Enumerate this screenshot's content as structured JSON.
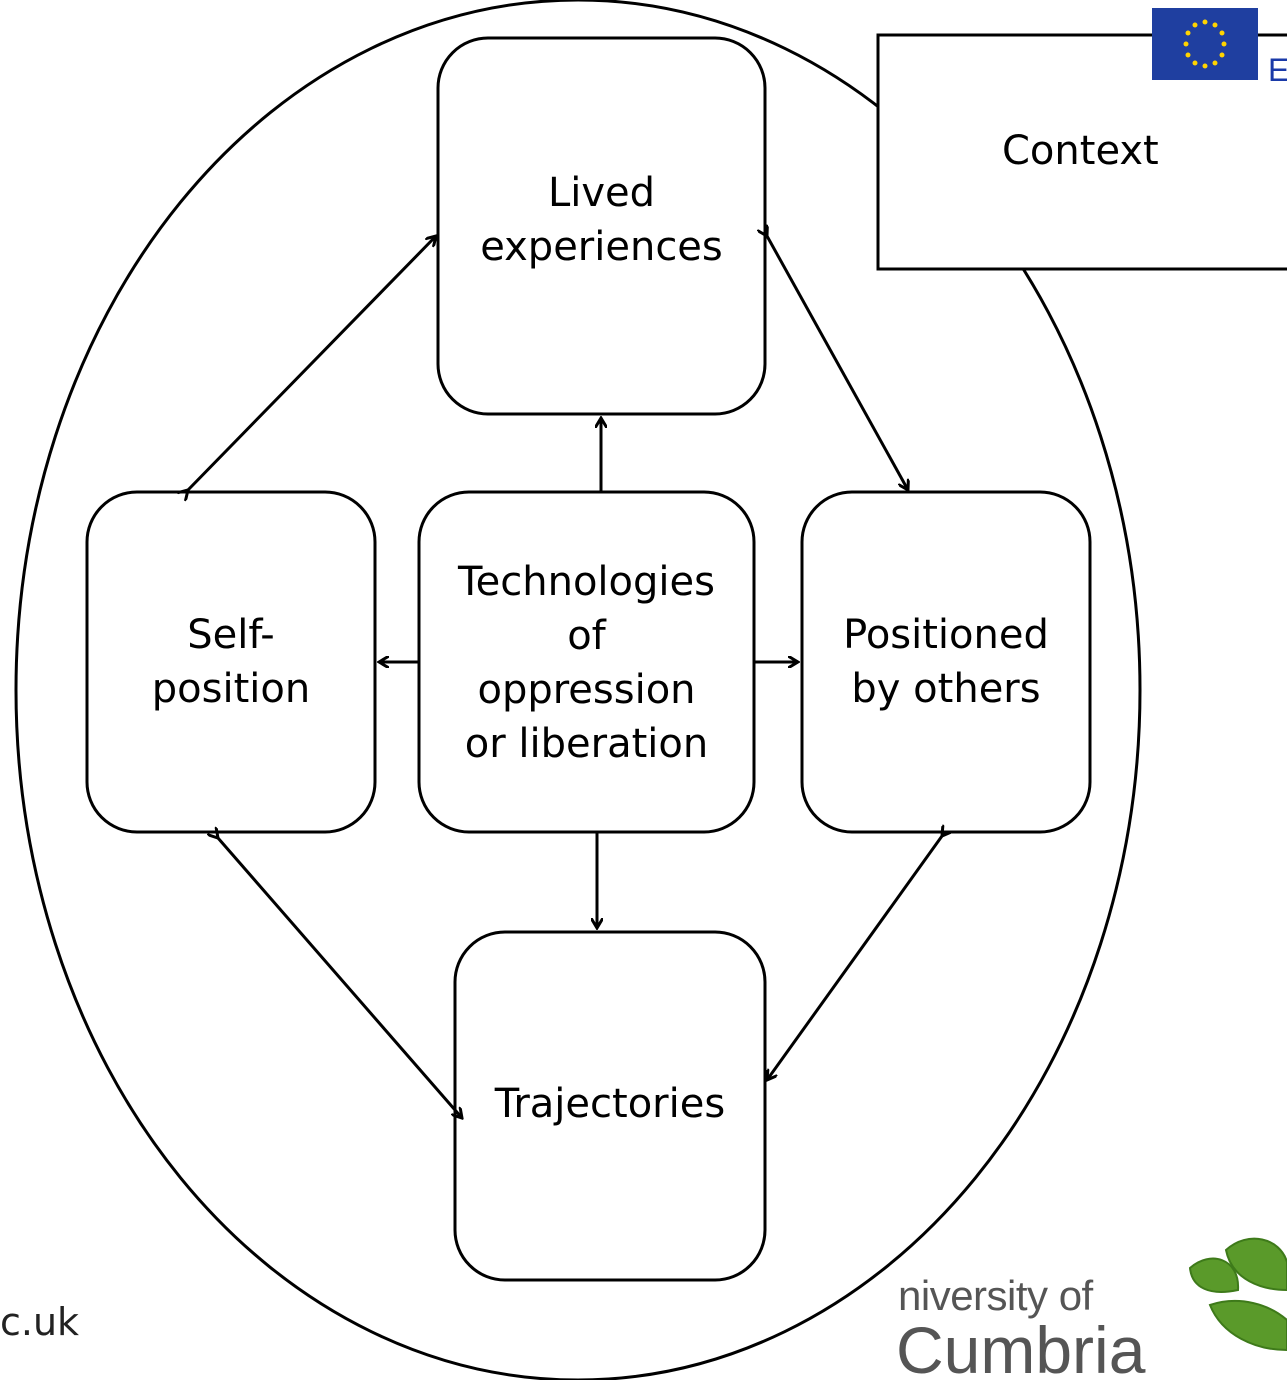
{
  "nodes": {
    "lived": "Lived\nexperiences",
    "technologies": "Technologies\nof\noppression\nor liberation",
    "self": "Self-\nposition",
    "others": "Positioned\nby others",
    "trajectories": "Trajectories"
  },
  "context_label": "Context",
  "eu_label": "E",
  "footer_left": "c.uk",
  "university": {
    "line1": "niversity of",
    "line2": "Cumbria"
  },
  "colors": {
    "eu_flag": "#1f3fa0",
    "eu_star": "#ffd400",
    "leaf_green": "#5a9a2a"
  }
}
